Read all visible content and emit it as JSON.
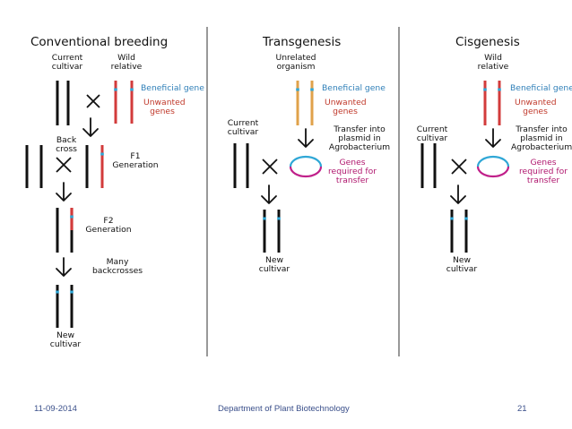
{
  "colors": {
    "chromosome": "#111111",
    "red_chromosome": "#d23b3b",
    "orange_chromosome": "#e0a24a",
    "beneficial_gene": "#2fa7d6",
    "beneficial_text": "#2f7fb8",
    "unwanted_text": "#c0392b",
    "genes_transfer_text": "#b0176e",
    "plasmid_blue": "#2fa7d6",
    "plasmid_magenta": "#c0208a",
    "divider": "#555555",
    "footer_text": "#3a4f8a"
  },
  "panels": {
    "conventional": {
      "title": "Conventional breeding",
      "current_cultivar": [
        "Current",
        "cultivar"
      ],
      "wild_relative": [
        "Wild",
        "relative"
      ],
      "beneficial_gene": "Beneficial gene",
      "unwanted_genes": [
        "Unwanted",
        "genes"
      ],
      "back_cross": [
        "Back",
        "cross"
      ],
      "f1": [
        "F1",
        "Generation"
      ],
      "f2": [
        "F2",
        "Generation"
      ],
      "many_backcrosses": [
        "Many",
        "backcrosses"
      ],
      "new_cultivar": [
        "New",
        "cultivar"
      ]
    },
    "transgenesis": {
      "title": "Transgenesis",
      "unrelated_organism": [
        "Unrelated",
        "organism"
      ],
      "beneficial_gene": "Beneficial gene",
      "unwanted_genes": [
        "Unwanted",
        "genes"
      ],
      "current_cultivar": [
        "Current",
        "cultivar"
      ],
      "transfer_into": [
        "Transfer into",
        "plasmid in",
        "Agrobacterium"
      ],
      "genes_required": [
        "Genes",
        "required for",
        "transfer"
      ],
      "new_cultivar": [
        "New",
        "cultivar"
      ]
    },
    "cisgenesis": {
      "title": "Cisgenesis",
      "wild_relative": [
        "Wild",
        "relative"
      ],
      "beneficial_gene": "Beneficial gene",
      "unwanted_genes": [
        "Unwanted",
        "genes"
      ],
      "current_cultivar": [
        "Current",
        "cultivar"
      ],
      "transfer_into": [
        "Transfer into",
        "plasmid in",
        "Agrobacterium"
      ],
      "genes_required": [
        "Genes",
        "required for",
        "transfer"
      ],
      "new_cultivar": [
        "New",
        "cultivar"
      ]
    }
  },
  "footer": {
    "date": "11-09-2014",
    "department": "Department of Plant Biotechnology",
    "page": "21"
  }
}
